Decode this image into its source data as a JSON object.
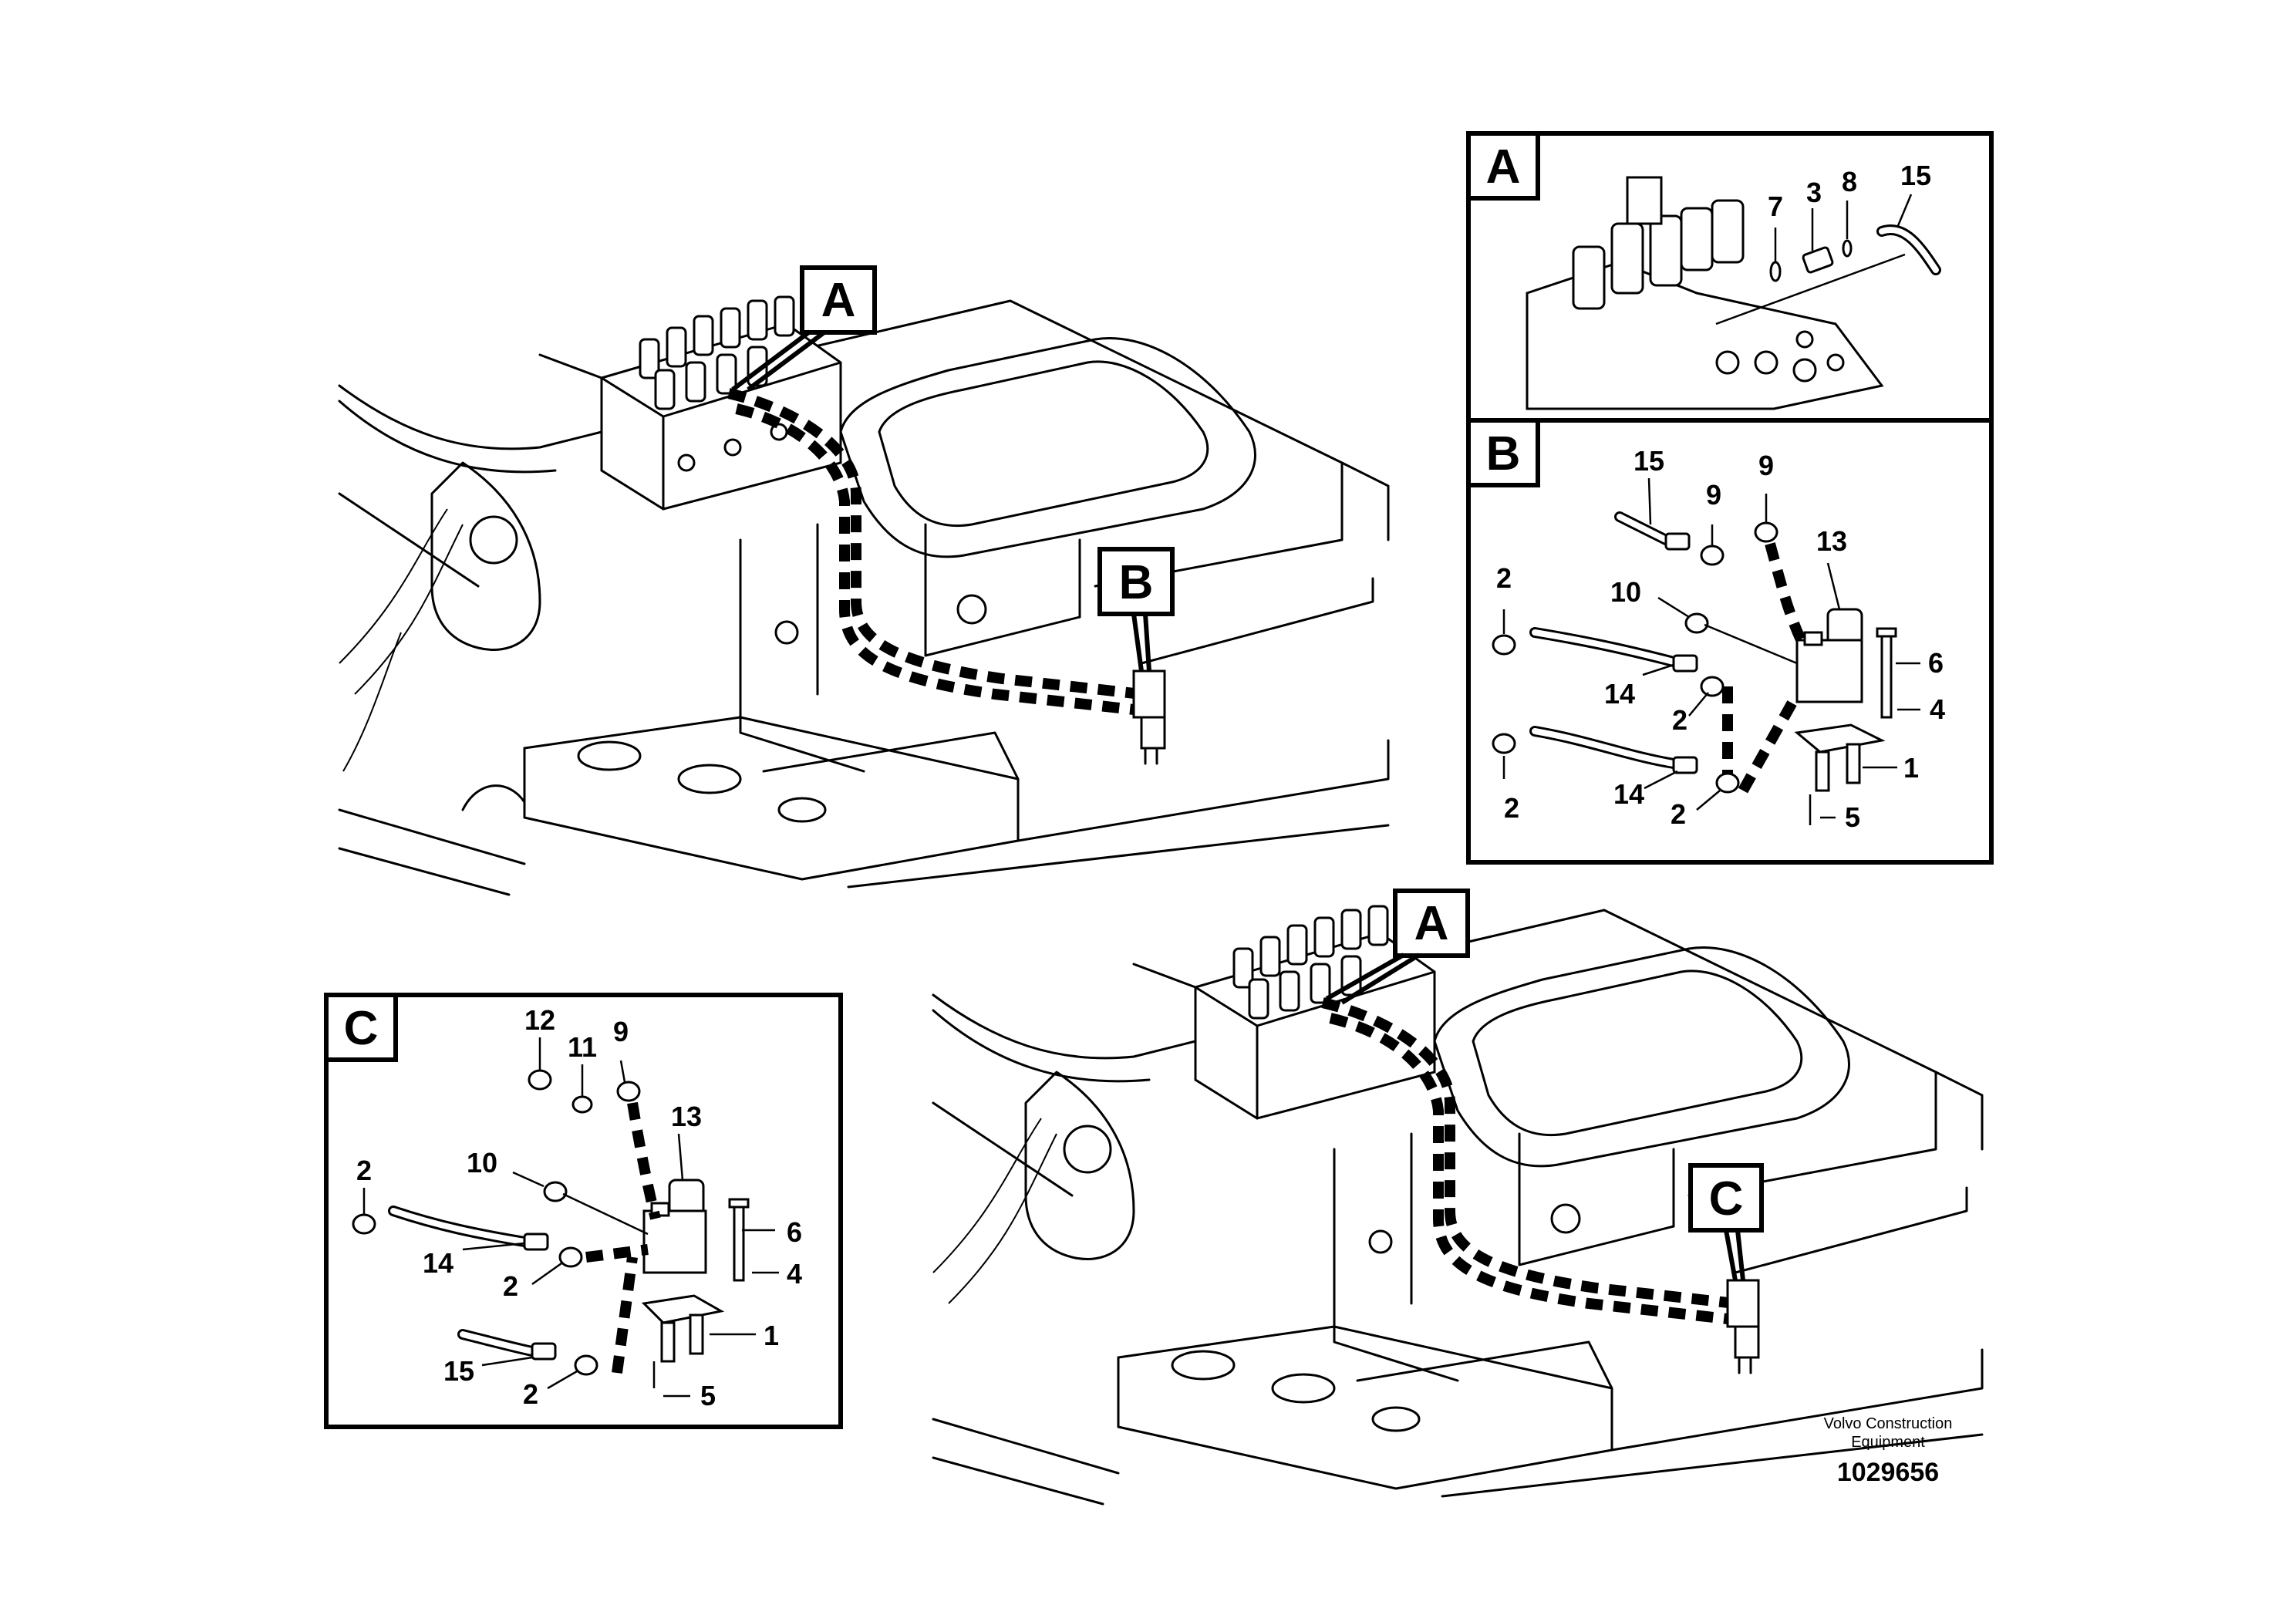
{
  "views": {
    "main_top": {
      "label": "A",
      "label_b": "B"
    },
    "main_bottom": {
      "label": "A",
      "label_c": "C"
    }
  },
  "detail_a": {
    "label": "A",
    "callouts": [
      "7",
      "3",
      "8",
      "15"
    ]
  },
  "detail_b": {
    "label": "B",
    "callouts": [
      "15",
      "9",
      "9",
      "13",
      "2",
      "10",
      "6",
      "14",
      "2",
      "4",
      "1",
      "2",
      "14",
      "2",
      "5"
    ]
  },
  "detail_c": {
    "label": "C",
    "callouts": [
      "12",
      "11",
      "9",
      "13",
      "2",
      "10",
      "6",
      "14",
      "2",
      "4",
      "1",
      "15",
      "2",
      "5"
    ]
  },
  "footer": {
    "brand_line1": "Volvo Construction",
    "brand_line2": "Equipment",
    "doc_number": "1029656"
  }
}
